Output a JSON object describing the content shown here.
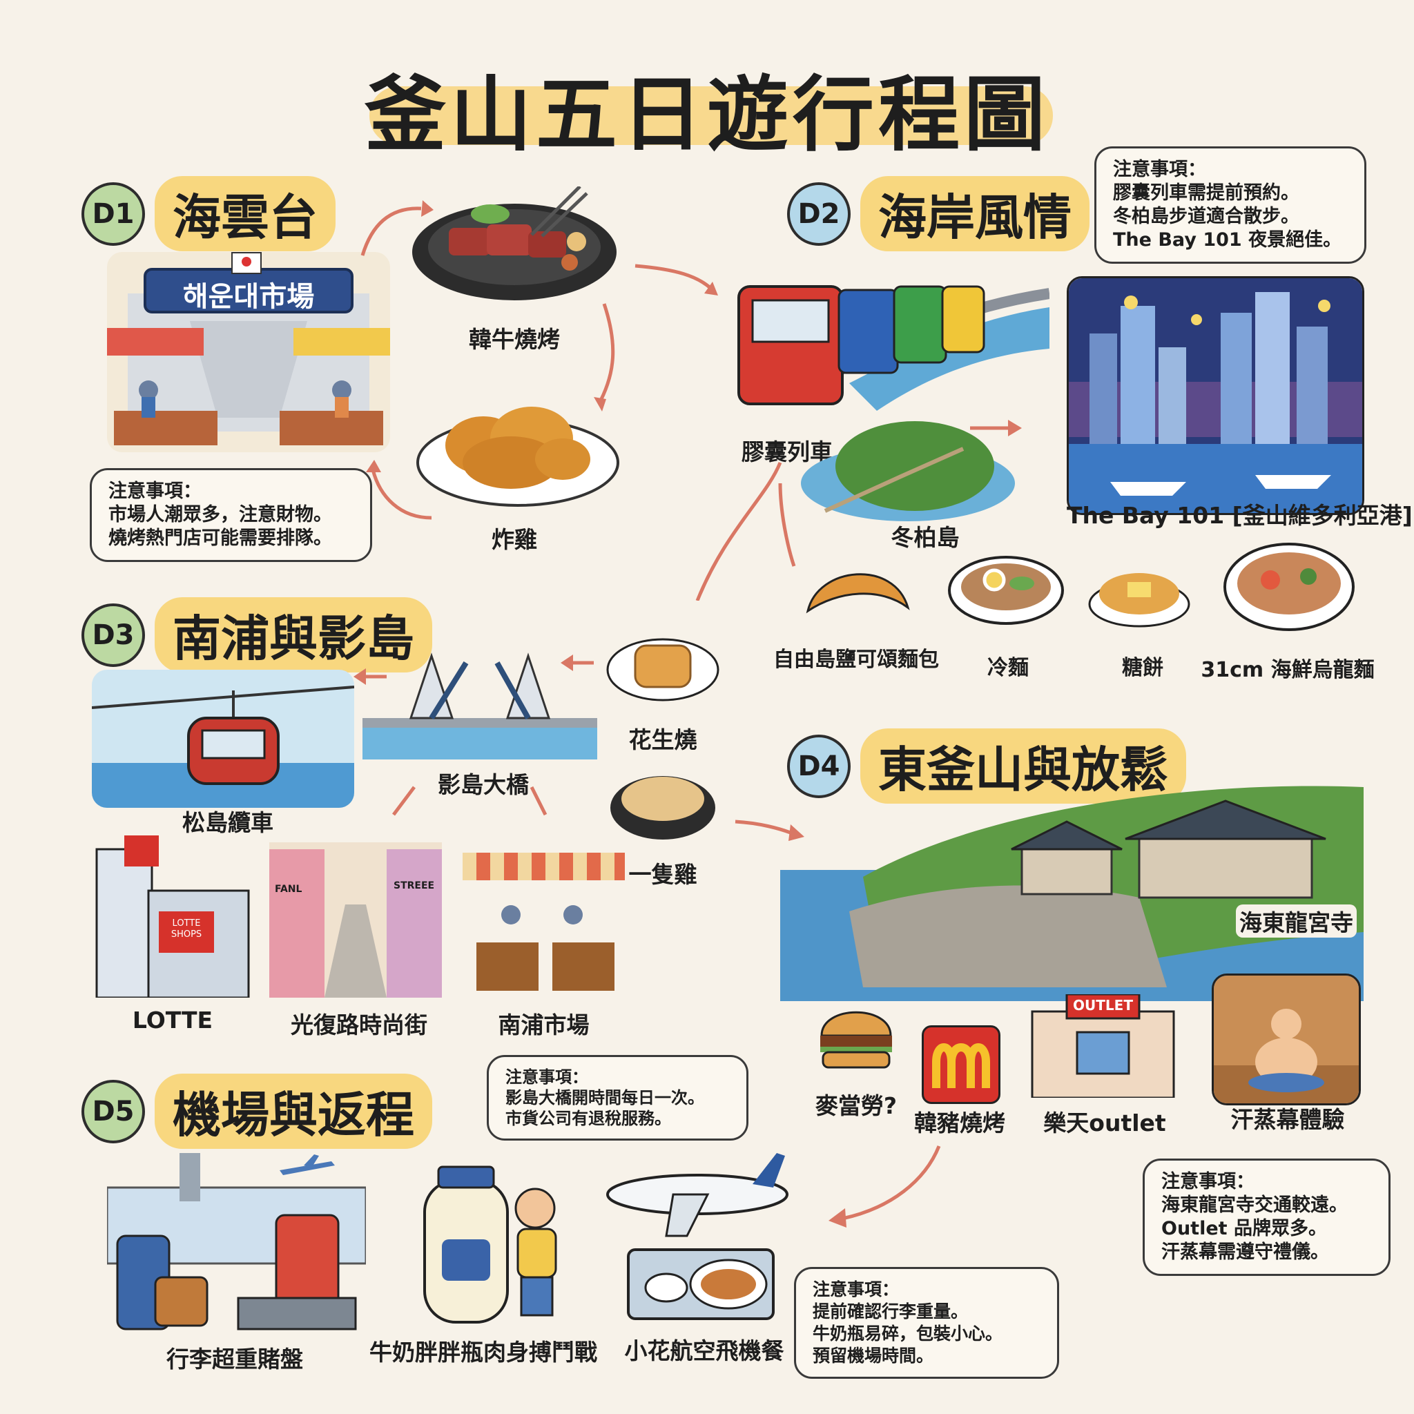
{
  "title": "釜山五日遊行程圖",
  "days": [
    {
      "badge": "D1",
      "title": "海雲台"
    },
    {
      "badge": "D2",
      "title": "海岸風情"
    },
    {
      "badge": "D3",
      "title": "南浦與影島"
    },
    {
      "badge": "D4",
      "title": "東釜山與放鬆"
    },
    {
      "badge": "D5",
      "title": "機場與返程"
    }
  ],
  "d1": {
    "market_sign": "해운대市場",
    "bbq": "韓牛燒烤",
    "chicken": "炸雞",
    "note": {
      "heading": "注意事項：",
      "lines": [
        "市場人潮眾多，注意財物。",
        "燒烤熱門店可能需要排隊。"
      ]
    }
  },
  "d2": {
    "note": {
      "heading": "注意事項：",
      "lines": [
        "膠囊列車需提前預約。",
        "冬柏島步道適合散步。",
        "The Bay 101 夜景絕佳。"
      ]
    },
    "train": "膠囊列車",
    "island": "冬柏島",
    "bay": "The Bay 101 [釜山維多利亞港]",
    "foods": [
      "自由島鹽可頌麵包",
      "冷麵",
      "糖餅",
      "31cm 海鮮烏龍麵"
    ]
  },
  "d3": {
    "cablecar": "松島纜車",
    "bridge": "影島大橋",
    "peanut": "花生燒",
    "chicken": "一隻雞",
    "lotte": "LOTTE",
    "lotte_sign": [
      "LOTTE",
      "SHOPS"
    ],
    "street": "光復路時尚街",
    "street_signs": [
      "FANL",
      "STREEE"
    ],
    "market": "南浦市場"
  },
  "d4": {
    "temple": "海東龍宮寺",
    "mcd": "麥當勞?",
    "pork": "韓豬燒烤",
    "outlet": "樂天outlet",
    "outlet_sign": "OUTLET",
    "sauna": "汗蒸幕體驗",
    "note": {
      "heading": "注意事項：",
      "lines": [
        "海東龍宮寺交通較遠。",
        "Outlet 品牌眾多。",
        "汗蒸幕需遵守禮儀。"
      ]
    }
  },
  "d5": {
    "note_top": {
      "heading": "注意事項：",
      "lines": [
        "影島大橋開時間每日一次。",
        "市貨公司有退稅服務。"
      ]
    },
    "luggage": "行李超重賭盤",
    "milk": "牛奶胖胖瓶肉身搏鬥戰",
    "meal": "小花航空飛機餐",
    "note_bottom": {
      "heading": "注意事項：",
      "lines": [
        "提前確認行李重量。",
        "牛奶瓶易碎，包裝小心。",
        "預留機場時間。"
      ]
    }
  },
  "colors": {
    "highlight": "#f8d57e",
    "arrow": "#d97764",
    "sea": "#5fa9d6",
    "badge_green": "#bcd9a2",
    "badge_blue": "#b4d8ea"
  },
  "icons": [
    "flag-icon",
    "arrow-icon",
    "airplane-icon",
    "mcdonalds-logo-icon"
  ]
}
